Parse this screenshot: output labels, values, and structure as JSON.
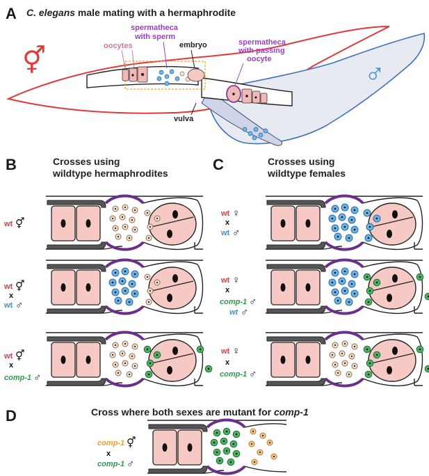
{
  "panel_a": {
    "letter": "A",
    "title_species": "C. elegans",
    "title_rest": " male mating with a hermaphrodite",
    "label_oocytes": "oocytes",
    "label_sperm_1": "spermatheca",
    "label_sperm_2": "with sperm",
    "label_embryo": "embryo",
    "label_passing_1": "spermatheca",
    "label_passing_2": "with passing",
    "label_passing_3": "oocyte",
    "label_vulva": "vulva",
    "herm_symbol": "⚥",
    "male_symbol": "♂"
  },
  "panel_b": {
    "letter": "B",
    "title_1": "Crosses using",
    "title_2": "wildtype hermaphrodites",
    "rows": [
      {
        "line1": "wt",
        "sym1": "⚥",
        "cross": "",
        "line2": "",
        "sym2": ""
      },
      {
        "line1": "wt",
        "sym1": "⚥",
        "cross": "x",
        "line2": "wt",
        "sym2": "♂"
      },
      {
        "line1": "wt",
        "sym1": "⚥",
        "cross": "x",
        "line2": "comp-1",
        "sym2": "♂"
      }
    ]
  },
  "panel_c": {
    "letter": "C",
    "title_1": "Crosses using",
    "title_2": "wildtype females",
    "rows": [
      {
        "line1": "wt",
        "sym1": "♀",
        "cross": "x",
        "line2": "wt",
        "sym2": "♂",
        "line3": "",
        "sym3": ""
      },
      {
        "line1": "wt",
        "sym1": "♀",
        "cross": "x",
        "line2": "comp-1",
        "sym2": "♂",
        "line3": "wt",
        "sym3": "♂"
      },
      {
        "line1": "wt",
        "sym1": "♀",
        "cross": "x",
        "line2": "comp-1",
        "sym2": "♂",
        "line3": "",
        "sym3": ""
      }
    ]
  },
  "panel_d": {
    "letter": "D",
    "title_prefix": "Cross where both sexes are mutant for ",
    "title_gene": "comp-1",
    "line1": "comp-1",
    "sym1": "⚥",
    "cross": "x",
    "line2": "comp-1",
    "sym2": "♂"
  },
  "colors": {
    "wt_herm": "#e03a3a",
    "wt_male": "#3f8fd0",
    "comp1_male": "#2e9a4a",
    "comp1_herm": "#f0a020",
    "purple_label": "#9b3fc4",
    "oocyte_label": "#c87a9a",
    "oocyte_fill": "#f2b8b8",
    "spermatheca": "#6a2f8a",
    "sheath": "#555555",
    "egg_fill": "#f6c9c4"
  }
}
